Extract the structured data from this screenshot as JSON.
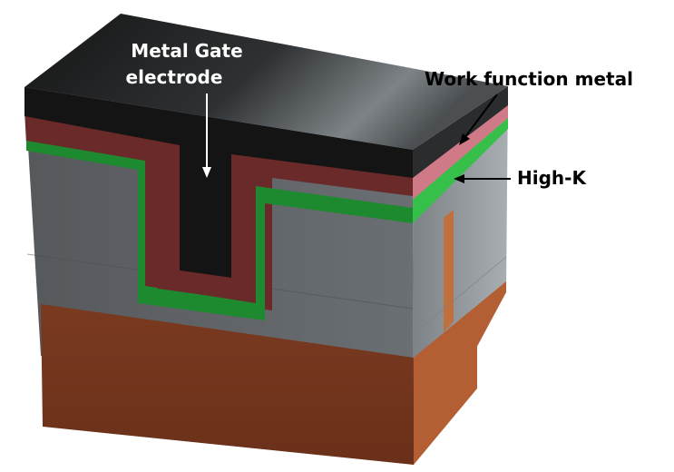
{
  "labels": {
    "gate_line1": "Metal Gate",
    "gate_line2": "electrode",
    "work_function": "Work function metal",
    "high_k": "High-K"
  },
  "colors": {
    "gate_metal": "#1b1b1b",
    "work_function_metal": "#6b2a2a",
    "work_function_side": "#cf7a86",
    "high_k": "#1d8a30",
    "high_k_side": "#36c04a",
    "substrate": "#7e3d22",
    "substrate_side": "#b45f33",
    "body_front": "#5d6266",
    "body_side": "#8d9398",
    "label_text_dark": "#000000",
    "label_text_light": "#ffffff"
  }
}
